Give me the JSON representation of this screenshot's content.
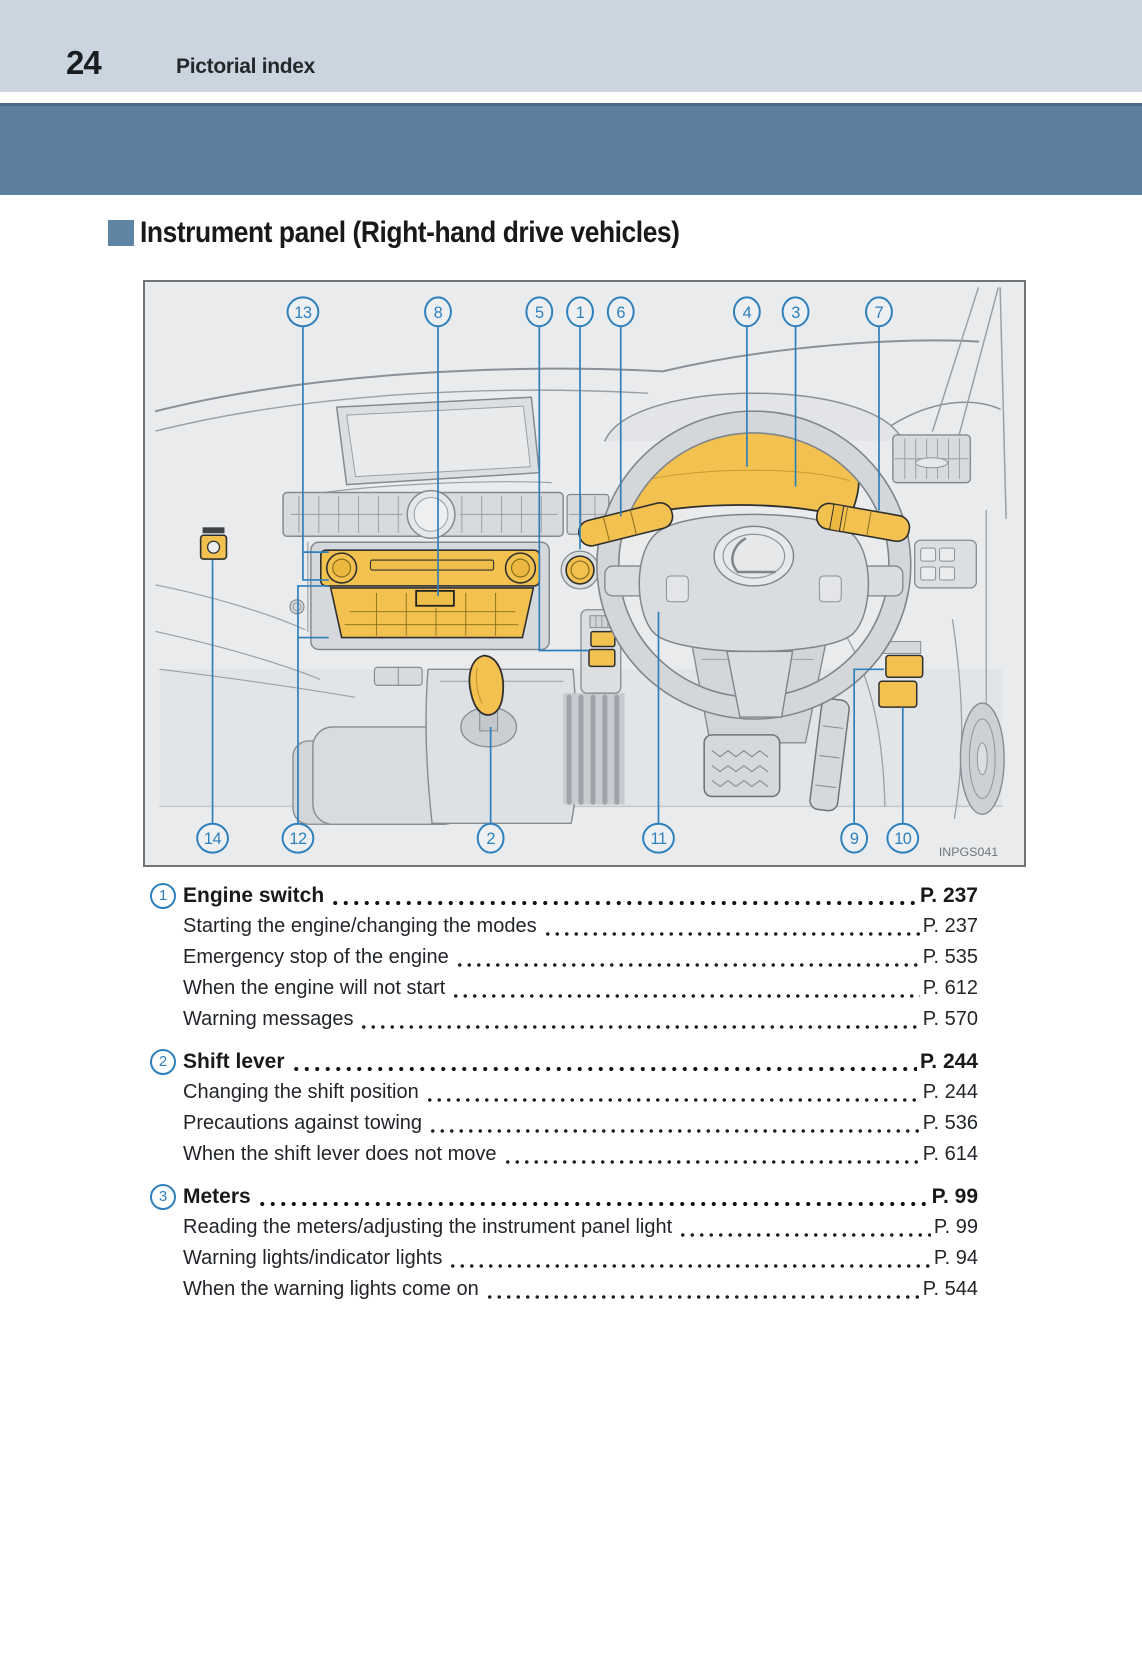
{
  "header": {
    "page_number": "24",
    "section_title": "Pictorial index"
  },
  "page_heading": "Instrument panel (Right-hand drive vehicles)",
  "figure": {
    "code": "INPGS041",
    "top_callouts": [
      "13",
      "8",
      "5",
      "1",
      "6",
      "4",
      "3",
      "7"
    ],
    "bottom_callouts": [
      "14",
      "12",
      "2",
      "11",
      "9",
      "10"
    ]
  },
  "theme": {
    "header_band": "#CBD5E0",
    "photo_band": "#5D80A0",
    "bullet_square": "#5E85A3",
    "highlight_yellow": "#F2C14F",
    "callout_blue": "#2E80BD",
    "figure_background": "#E9EBED"
  },
  "index": [
    {
      "number": "1",
      "title": "Engine switch",
      "page": "P. 237",
      "subitems": [
        {
          "label": "Starting the engine/changing the modes",
          "page": "P. 237"
        },
        {
          "label": "Emergency stop of the engine",
          "page": "P. 535"
        },
        {
          "label": "When the engine will not start",
          "page": "P. 612"
        },
        {
          "label": "Warning messages",
          "page": "P. 570"
        }
      ]
    },
    {
      "number": "2",
      "title": "Shift lever",
      "page": "P. 244",
      "subitems": [
        {
          "label": "Changing the shift position",
          "page": "P. 244"
        },
        {
          "label": "Precautions against towing",
          "page": "P. 536"
        },
        {
          "label": "When the shift lever does not move",
          "page": "P. 614"
        }
      ]
    },
    {
      "number": "3",
      "title": "Meters",
      "page": "P. 99",
      "subitems": [
        {
          "label": "Reading the meters/adjusting the instrument panel light",
          "page": "P. 99"
        },
        {
          "label": "Warning lights/indicator lights",
          "page": "P. 94"
        },
        {
          "label": "When the warning lights come on",
          "page": "P. 544"
        }
      ]
    }
  ]
}
